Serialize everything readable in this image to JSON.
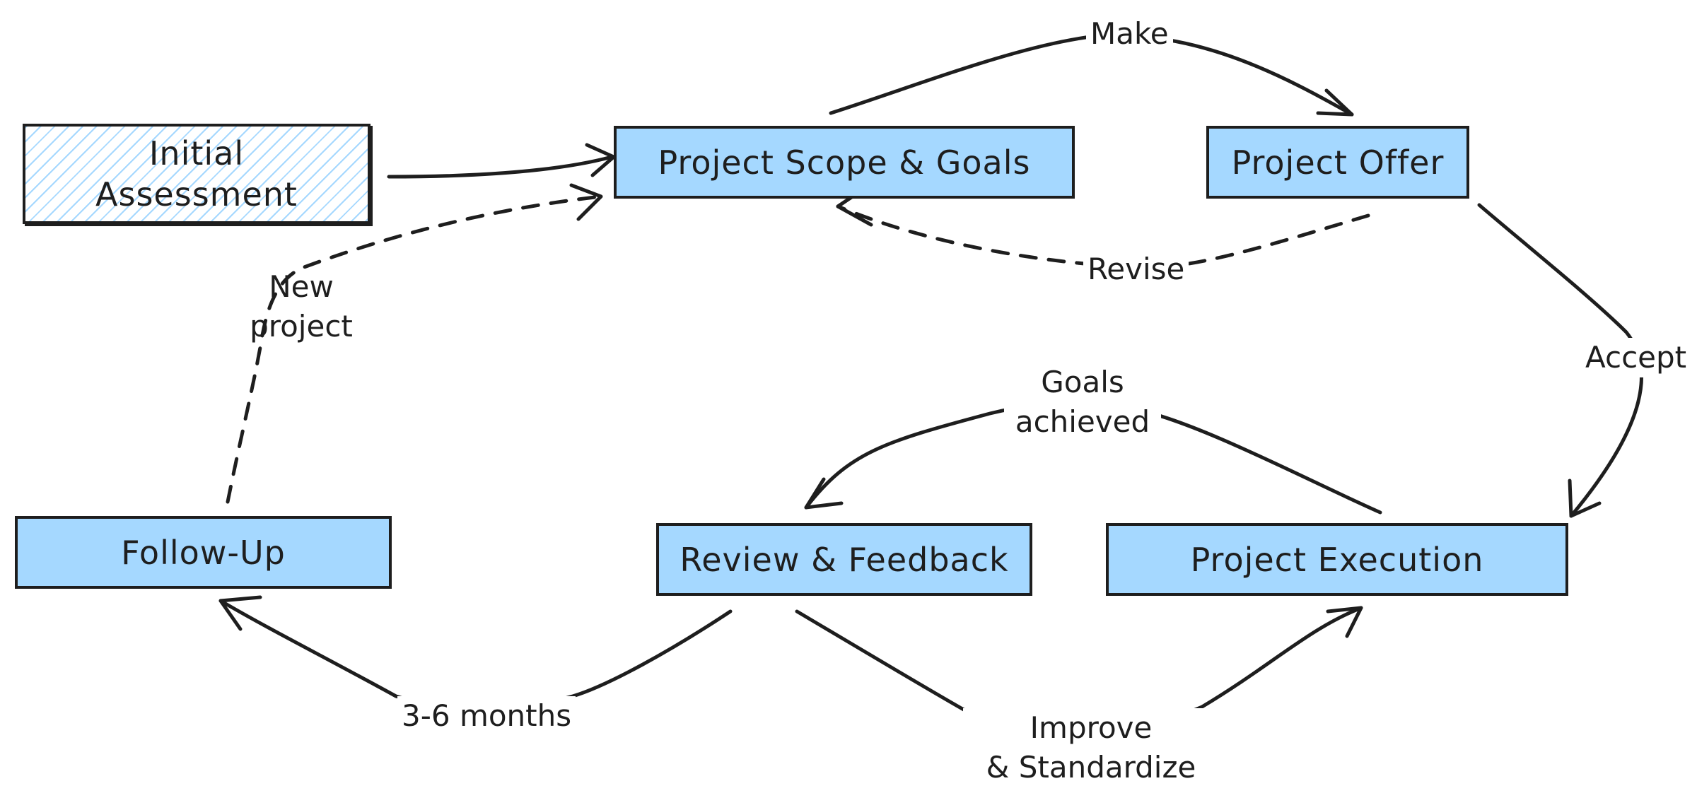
{
  "nodes": {
    "initial_assessment": {
      "line1": "Initial",
      "line2": "Assessment"
    },
    "scope_goals": {
      "label": "Project Scope & Goals"
    },
    "project_offer": {
      "label": "Project Offer"
    },
    "follow_up": {
      "label": "Follow-Up"
    },
    "review_feedback": {
      "label": "Review & Feedback"
    },
    "project_execution": {
      "label": "Project Execution"
    }
  },
  "edges": {
    "make": {
      "label": "Make"
    },
    "revise": {
      "label": "Revise"
    },
    "accept": {
      "label": "Accept"
    },
    "goals_achieved": {
      "line1": "Goals",
      "line2": "achieved"
    },
    "new_project": {
      "line1": "New",
      "line2": "project"
    },
    "months": {
      "label": "3-6 months"
    },
    "improve": {
      "line1": "Improve",
      "line2": "& Standardize"
    }
  },
  "colors": {
    "box_fill": "#a5d8ff",
    "stroke": "#1e1e1e",
    "background": "#ffffff"
  }
}
